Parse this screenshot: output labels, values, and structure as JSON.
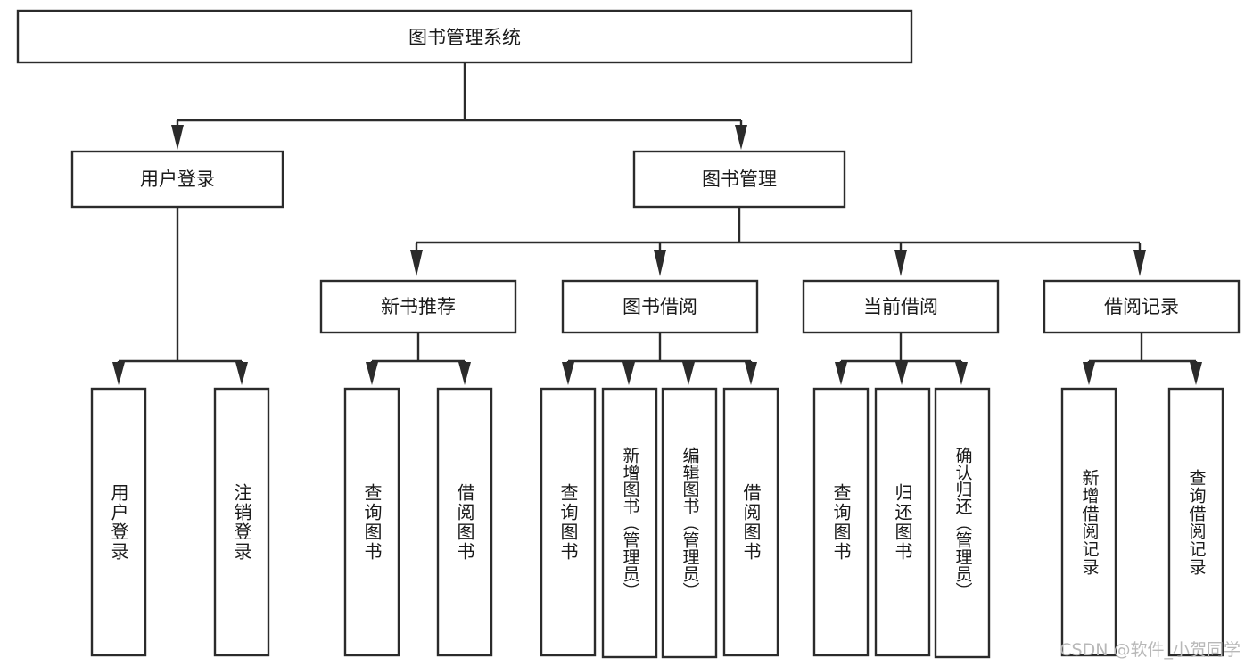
{
  "diagram": {
    "title": "图书管理系统",
    "watermark": "CSDN @软件_小贺同学",
    "colors": {
      "stroke": "#2b2b2b",
      "box_fill": "#ffffff",
      "text": "#1a1a1a",
      "background": "#ffffff",
      "watermark": "#b8b8b8"
    },
    "root": {
      "label": "图书管理系统"
    },
    "level2": [
      {
        "label": "用户登录"
      },
      {
        "label": "图书管理"
      }
    ],
    "level3": [
      {
        "label": "新书推荐"
      },
      {
        "label": "图书借阅"
      },
      {
        "label": "当前借阅"
      },
      {
        "label": "借阅记录"
      }
    ],
    "leaves": [
      {
        "label": "用户登录",
        "parent": "用户登录"
      },
      {
        "label": "注销登录",
        "parent": "用户登录"
      },
      {
        "label": "查询图书",
        "parent": "新书推荐"
      },
      {
        "label": "借阅图书",
        "parent": "新书推荐"
      },
      {
        "label": "查询图书",
        "parent": "图书借阅"
      },
      {
        "label": "新增图书（管理员）",
        "parent": "图书借阅"
      },
      {
        "label": "编辑图书（管理员）",
        "parent": "图书借阅"
      },
      {
        "label": "借阅图书",
        "parent": "图书借阅"
      },
      {
        "label": "查询图书",
        "parent": "当前借阅"
      },
      {
        "label": "归还图书",
        "parent": "当前借阅"
      },
      {
        "label": "确认归还（管理员）",
        "parent": "当前借阅"
      },
      {
        "label": "新增借阅记录",
        "parent": "借阅记录"
      },
      {
        "label": "查询借阅记录",
        "parent": "借阅记录"
      }
    ]
  }
}
